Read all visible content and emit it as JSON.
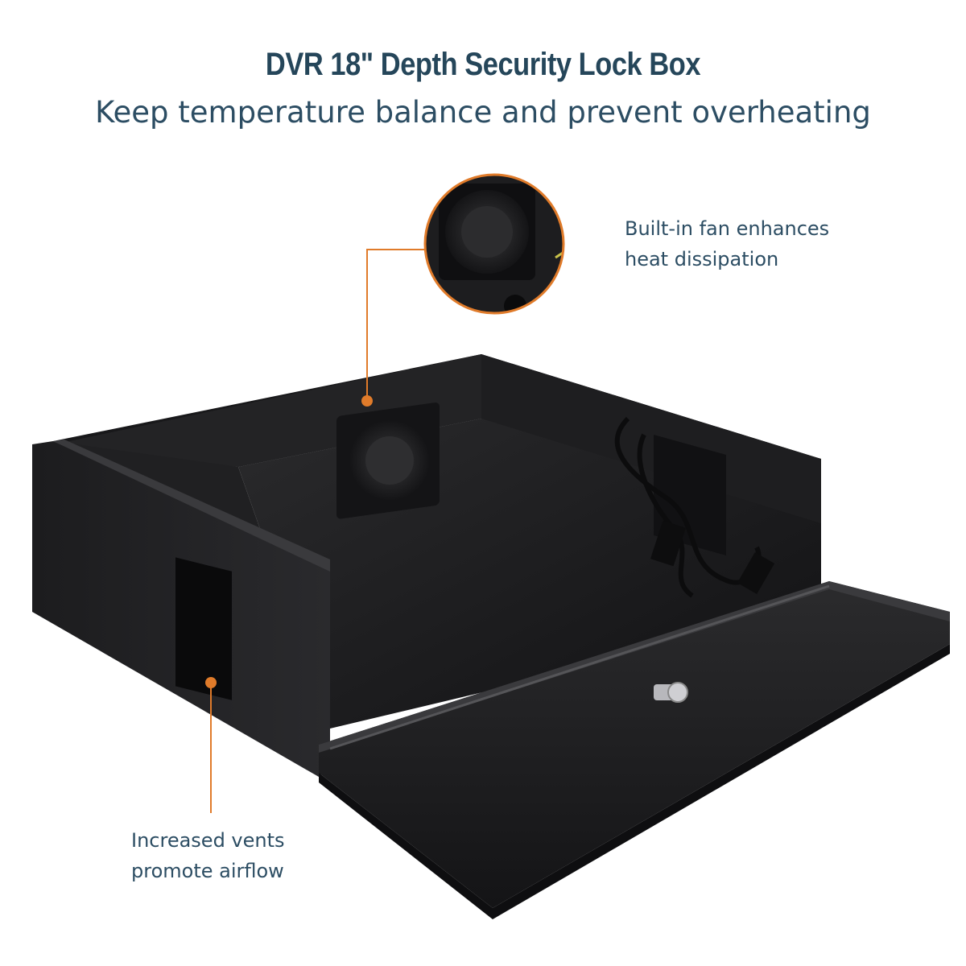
{
  "header": {
    "title": "DVR 18\" Depth Security Lock Box",
    "subtitle": "Keep temperature balance and prevent overheating"
  },
  "callouts": {
    "fan": {
      "line1": "Built-in fan enhances",
      "line2": "heat dissipation"
    },
    "vents": {
      "line1": "Increased vents",
      "line2": "promote airflow"
    }
  },
  "colors": {
    "heading": "#25465a",
    "text": "#2c4d63",
    "accent": "#e07b2a",
    "box": "#1b1b1d"
  }
}
